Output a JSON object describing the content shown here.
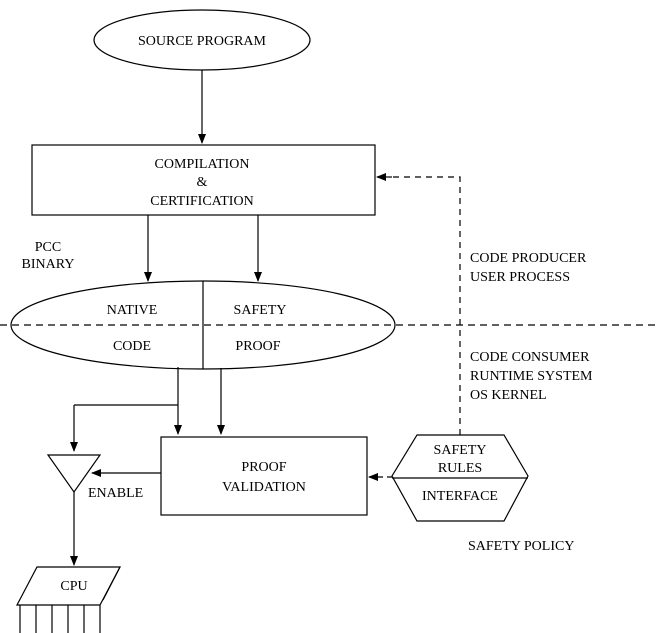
{
  "source": {
    "label": "SOURCE PROGRAM"
  },
  "compile": {
    "line1": "COMPILATION",
    "line2": "&",
    "line3": "CERTIFICATION"
  },
  "binary": {
    "caption_line1": "PCC",
    "caption_line2": "BINARY",
    "native": "NATIVE",
    "code": "CODE",
    "safety": "SAFETY",
    "proof": "PROOF"
  },
  "producer": {
    "line1": "CODE PRODUCER",
    "line2": "USER PROCESS"
  },
  "consumer": {
    "line1": "CODE CONSUMER",
    "line2": "RUNTIME SYSTEM",
    "line3": "OS KERNEL"
  },
  "validation": {
    "line1": "PROOF",
    "line2": "VALIDATION"
  },
  "policy": {
    "rules_line1": "SAFETY",
    "rules_line2": "RULES",
    "interface": "INTERFACE",
    "caption": "SAFETY POLICY"
  },
  "enable": {
    "label": "ENABLE"
  },
  "cpu": {
    "label": "CPU"
  }
}
